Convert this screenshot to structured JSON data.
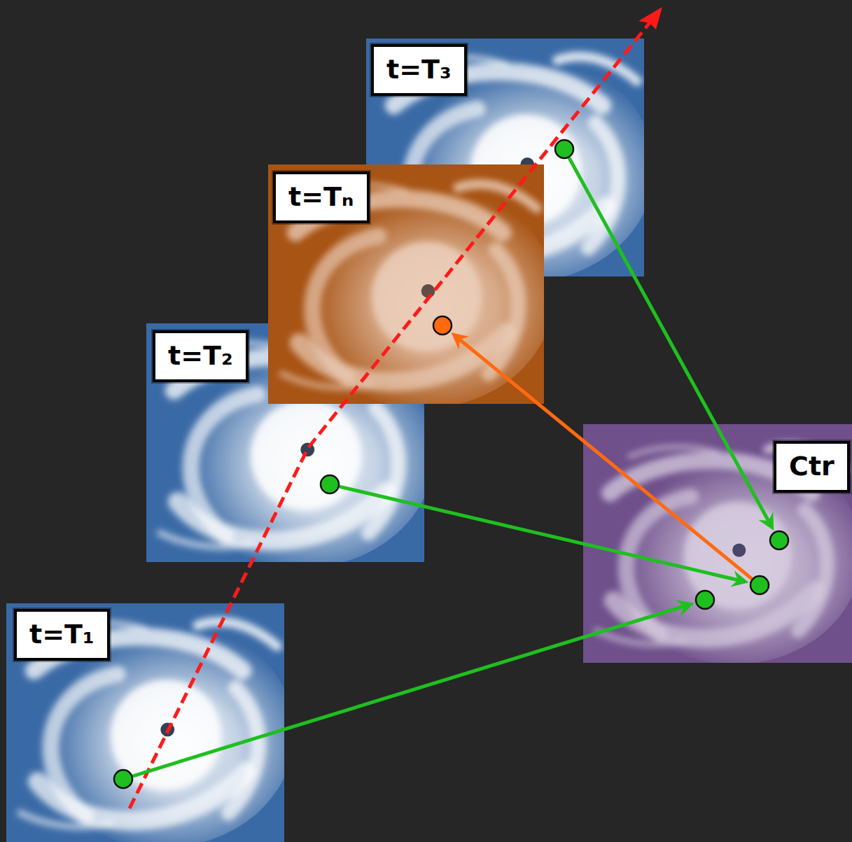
{
  "diagram": {
    "nodes": [
      {
        "text": [
          "t=T₃"
        ]
      },
      {
        "text": [
          "t=Tₙ"
        ]
      },
      {
        "text": [
          "t=T₂"
        ]
      },
      {
        "text": [
          "t=T₁"
        ]
      },
      {
        "text": [
          "Ctr"
        ]
      }
    ],
    "edges": [
      {
        "from": 0,
        "to": 4,
        "arrow": "to"
      },
      {
        "from": 2,
        "to": 4,
        "arrow": "to"
      },
      {
        "from": 3,
        "to": 4,
        "arrow": "to"
      },
      {
        "from": 4,
        "to": 1,
        "arrow": "to"
      }
    ]
  }
}
